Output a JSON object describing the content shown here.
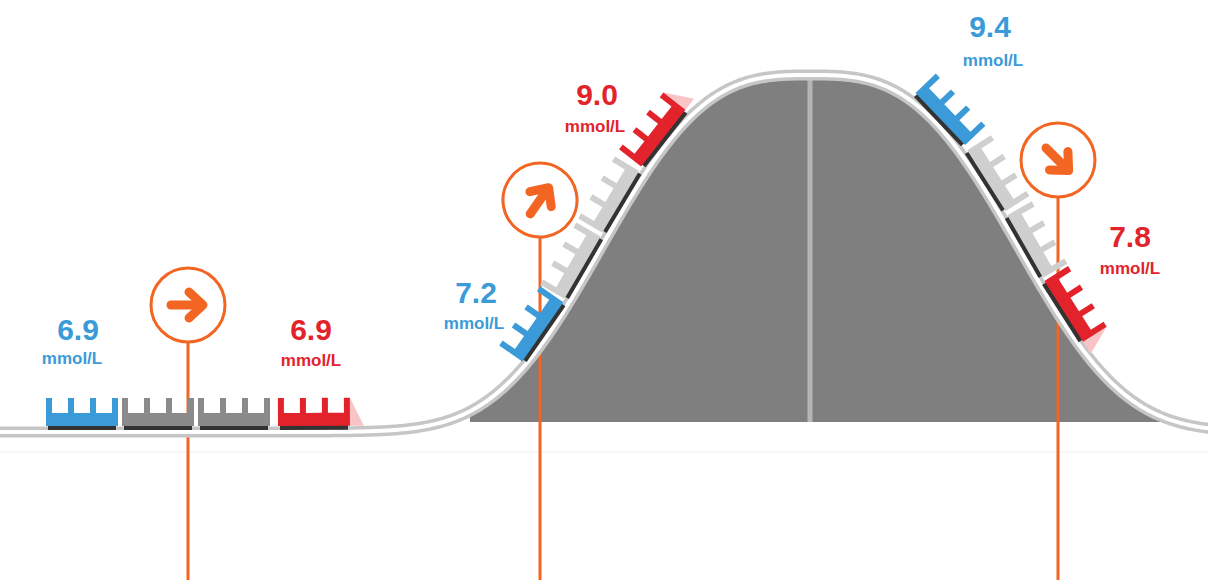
{
  "diagram": {
    "labels": [
      "6.9",
      "mmol/L",
      "6.9",
      "mmol/L",
      "7.2",
      "mmol/L",
      "9.0",
      "mmol/L",
      "9.4",
      "mmol/L",
      "7.8",
      "mmol/L"
    ]
  }
}
